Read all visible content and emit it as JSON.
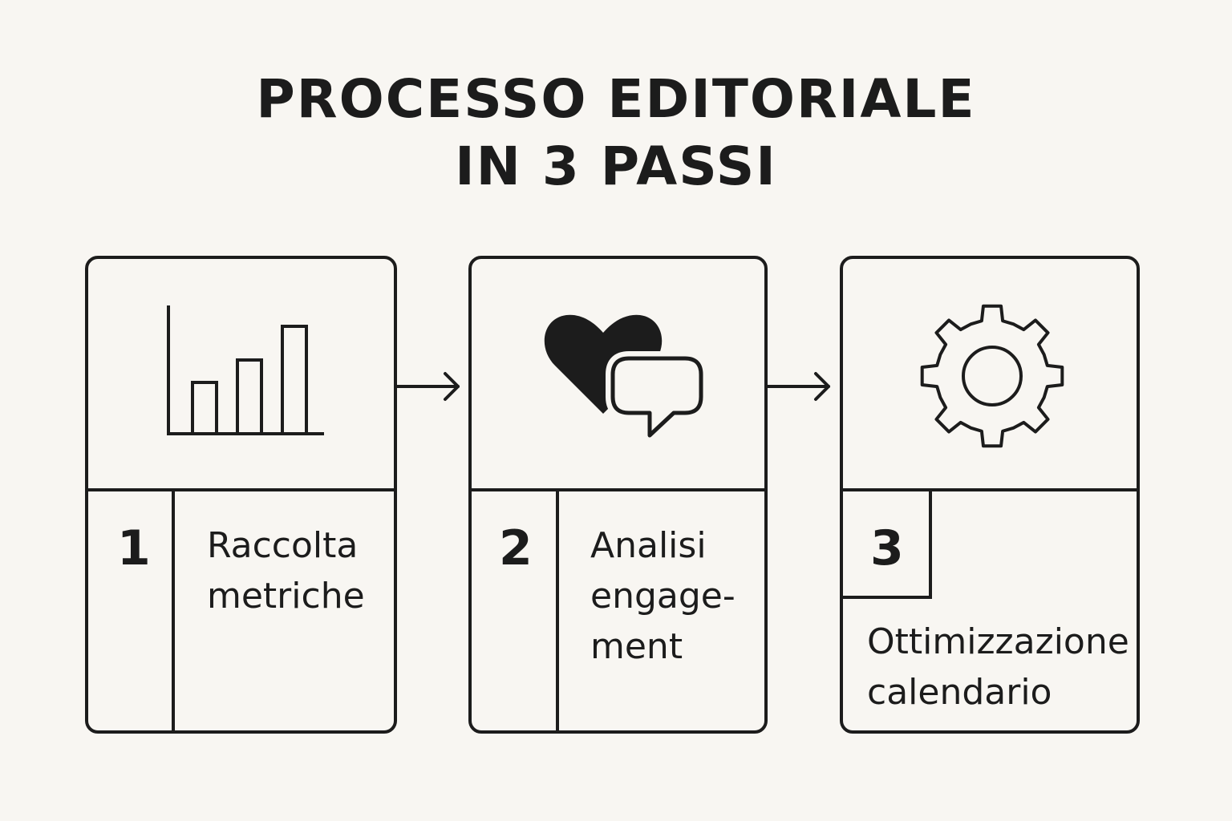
{
  "title": {
    "line1": "PROCESSO EDITORIALE",
    "line2": "IN 3 PASSI"
  },
  "steps": [
    {
      "number": "1",
      "label_lines": [
        "Raccolta",
        "metriche"
      ],
      "icon": "bar-chart-icon"
    },
    {
      "number": "2",
      "label_lines": [
        "Analisi",
        "engage-",
        "ment"
      ],
      "icon": "heart-speech-bubble-icon"
    },
    {
      "number": "3",
      "label_lines": [
        "Ottimizzazione",
        "calendario"
      ],
      "icon": "gear-icon"
    }
  ],
  "colors": {
    "background": "#f8f6f2",
    "ink": "#1c1c1c"
  }
}
